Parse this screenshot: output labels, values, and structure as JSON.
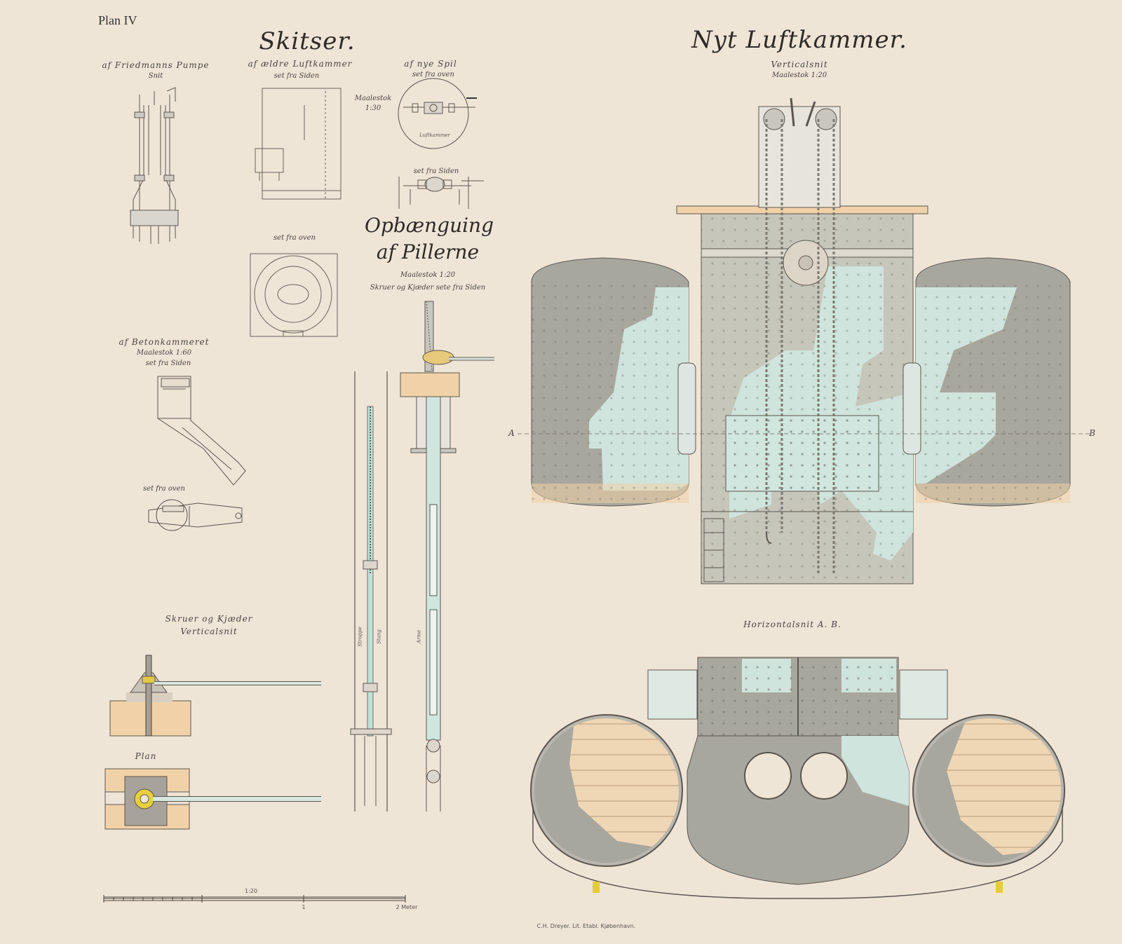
{
  "plate_number": "Plan IV",
  "skitser": {
    "title": "Skitser.",
    "friedmann": {
      "title": "af Friedmanns Pumpe",
      "subtitle": "Snit"
    },
    "aeldre": {
      "title": "af ældre Luftkammer",
      "subtitle": "set fra Siden",
      "top_view": "set fra oven"
    },
    "spil": {
      "title": "af nye Spil",
      "top_view": "set fra oven",
      "side_view": "set fra Siden",
      "chamber_label": "Luftkammer"
    },
    "scale_small": {
      "label": "Maalestok",
      "value": "1:30"
    },
    "betonkammer": {
      "title": "af Betonkammeret",
      "scale": "Maalestok 1:60",
      "side_view": "set fra Siden",
      "top_view": "set fra oven"
    }
  },
  "opbaengning": {
    "title_line1": "Opbænguing",
    "title_line2": "af Pillerne",
    "scale": "Maalestok 1:20",
    "note": "Skruer og Kjæder sete fra Siden",
    "rod_labels": [
      "Stroppe",
      "Stang",
      "Arme"
    ]
  },
  "skruer": {
    "title": "Skruer og Kjæder",
    "subtitle": "Verticalsnit",
    "plan": "Plan"
  },
  "luftkammer": {
    "title": "Nyt Luftkammer.",
    "vertical_title": "Verticalsnit",
    "vertical_scale": "Maalestok 1:20",
    "section_a": "A",
    "section_b": "B",
    "horizontal_title": "Horizontalsnit A. B."
  },
  "scale_bar": {
    "label": "1:20",
    "end_label": "2 Meter",
    "tick_label": "1"
  },
  "imprint": "C.H. Dreyer. Lit. Etabl. Kjøbenhavn."
}
